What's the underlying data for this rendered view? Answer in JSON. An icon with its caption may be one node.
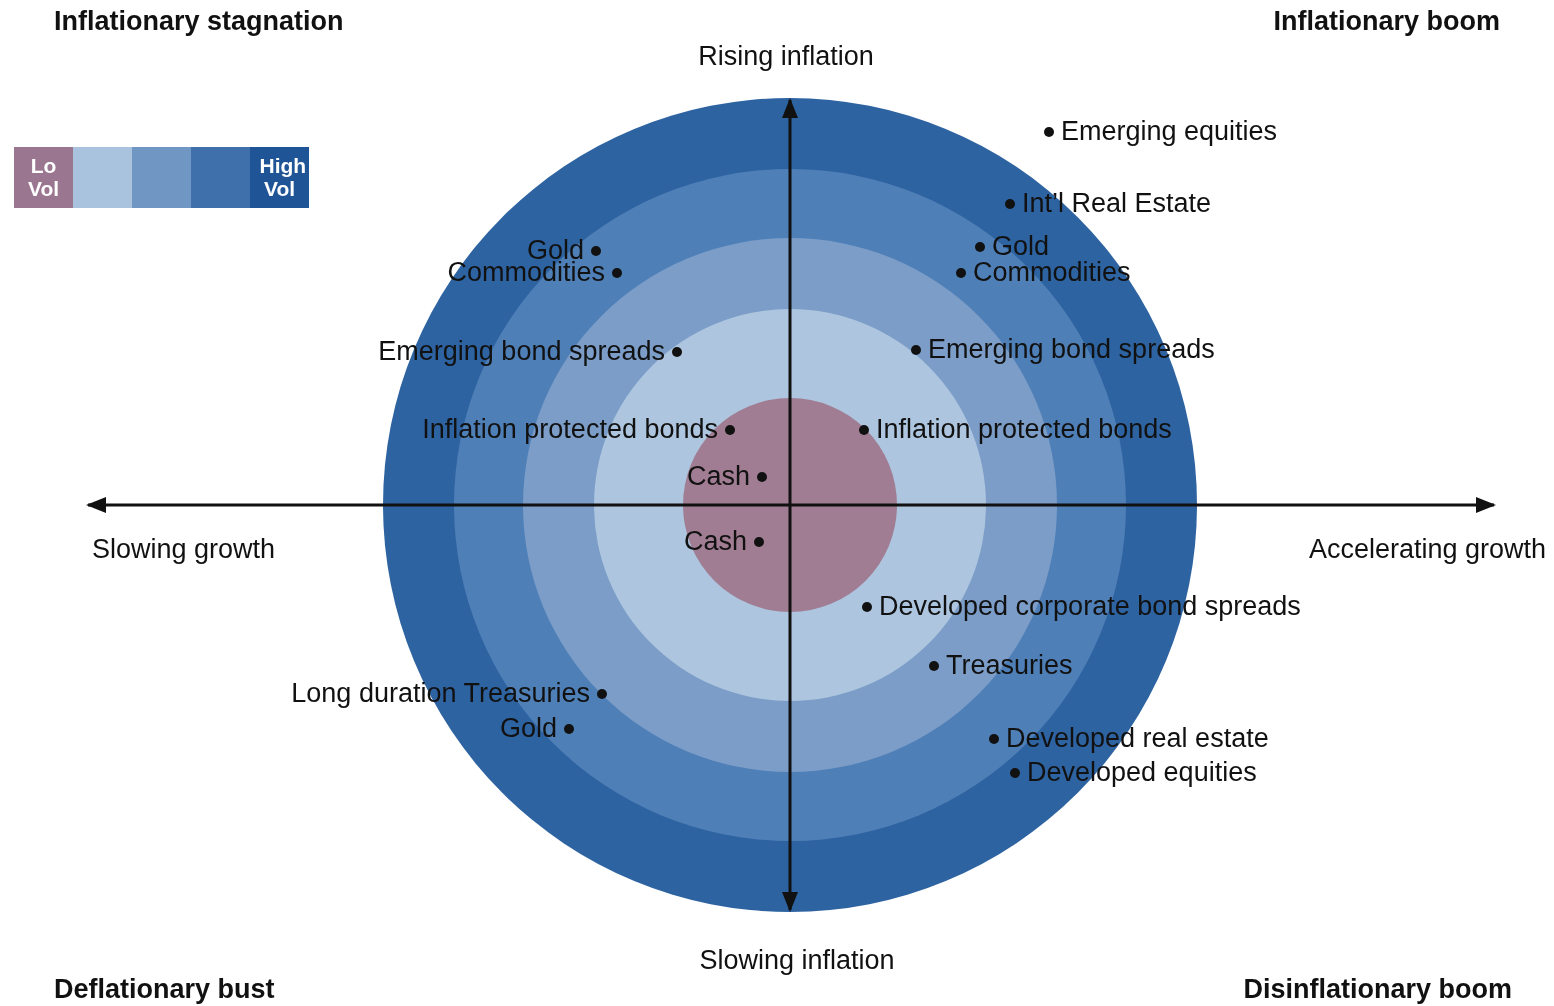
{
  "diagram": {
    "labels": [
      "Inflationary stagnation",
      "Inflationary boom",
      "Rising inflation",
      "Emerging equities",
      "Int’l Real Estate",
      "Gold",
      "Gold",
      "Commodities",
      "Commodities",
      "Emerging bond spreads",
      "Emerging bond spreads",
      "Inflation protected bonds",
      "Inflation protected bonds",
      "Cash",
      "Slowing growth",
      "Accelerating growth",
      "Cash",
      "Developed corporate bond spreads",
      "Treasuries",
      "Long duration Treasuries",
      "Developed real estate",
      "Gold",
      "Developed equities",
      "Slowing inflation",
      "Deflationary bust",
      "Disinflationary boom"
    ],
    "legend": [
      {
        "text": "Lo Vol",
        "color": "#9b7690"
      },
      {
        "text": "High Vol",
        "color": "#1f5597"
      }
    ]
  }
}
